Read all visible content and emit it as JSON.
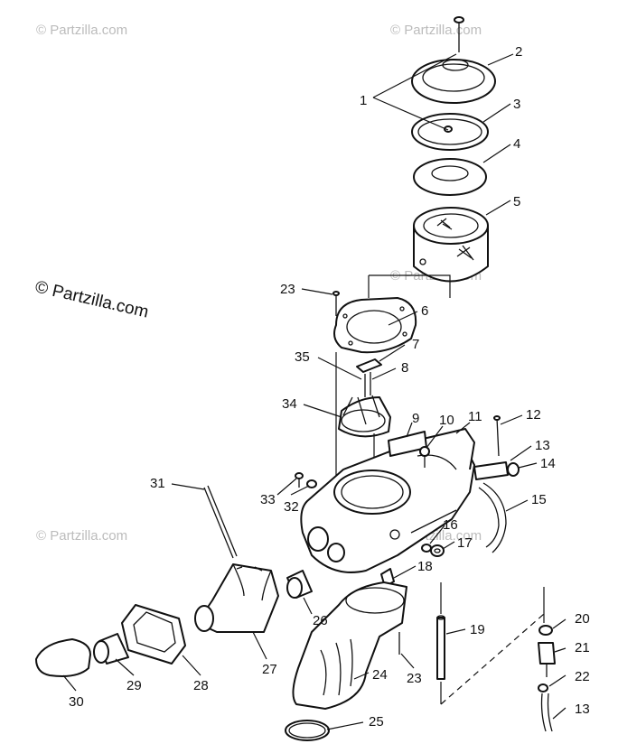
{
  "copyright": "© Partzilla.com",
  "watermark": "© Partzilla.com",
  "callouts": {
    "c1": "1",
    "c2": "2",
    "c3": "3",
    "c4": "4",
    "c5": "5",
    "c6": "6",
    "c7": "7",
    "c8": "8",
    "c9": "9",
    "c10": "10",
    "c11": "11",
    "c12": "12",
    "c13": "13",
    "c13b": "13",
    "c14": "14",
    "c15": "15",
    "c16": "16",
    "c17": "17",
    "c18": "18",
    "c19": "19",
    "c20": "20",
    "c21": "21",
    "c22": "22",
    "c23": "23",
    "c23b": "23",
    "c24": "24",
    "c25": "25",
    "c26": "26",
    "c27": "27",
    "c28": "28",
    "c29": "29",
    "c30": "30",
    "c31": "31",
    "c32": "32",
    "c33": "33",
    "c34": "34",
    "c35": "35"
  }
}
